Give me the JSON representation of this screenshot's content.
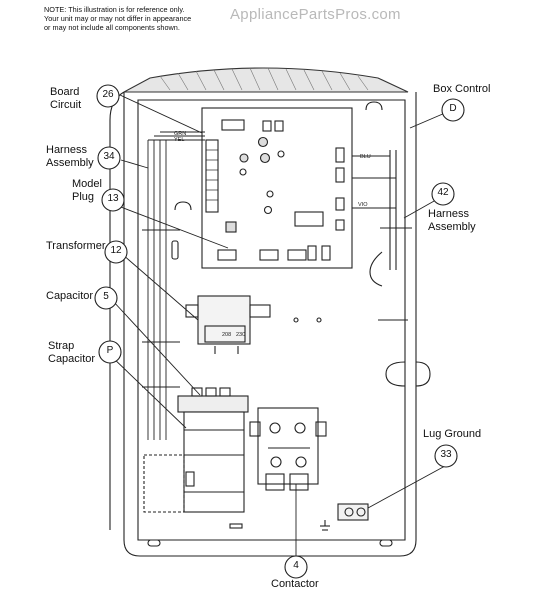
{
  "note": "NOTE: This illustration is for reference only. Your unit may or may not differ in appearance or may not include all components shown.",
  "watermark": "AppliancePartsPros.com",
  "labels": {
    "board_circuit": [
      "Board",
      "Circuit"
    ],
    "harness_left": [
      "Harness",
      "Assembly"
    ],
    "model_plug": [
      "Model",
      "Plug"
    ],
    "transformer": "Transformer",
    "capacitor": "Capacitor",
    "strap_capacitor": [
      "Strap",
      "Capacitor"
    ],
    "box_control": "Box Control",
    "harness_right": [
      "Harness",
      "Assembly"
    ],
    "lug_ground": "Lug Ground",
    "contactor": "Contactor"
  },
  "callouts": {
    "board_circuit": "26",
    "harness_left": "34",
    "model_plug": "13",
    "transformer": "12",
    "capacitor": "5",
    "strap_capacitor": "P",
    "box_control": "D",
    "harness_right": "42",
    "lug_ground": "33",
    "contactor": "4"
  },
  "board_text": {
    "grn": "GRN",
    "yel": "YEL",
    "blu": "BLU",
    "vio": "VIO",
    "trans_208": "208",
    "trans_230": "230"
  }
}
